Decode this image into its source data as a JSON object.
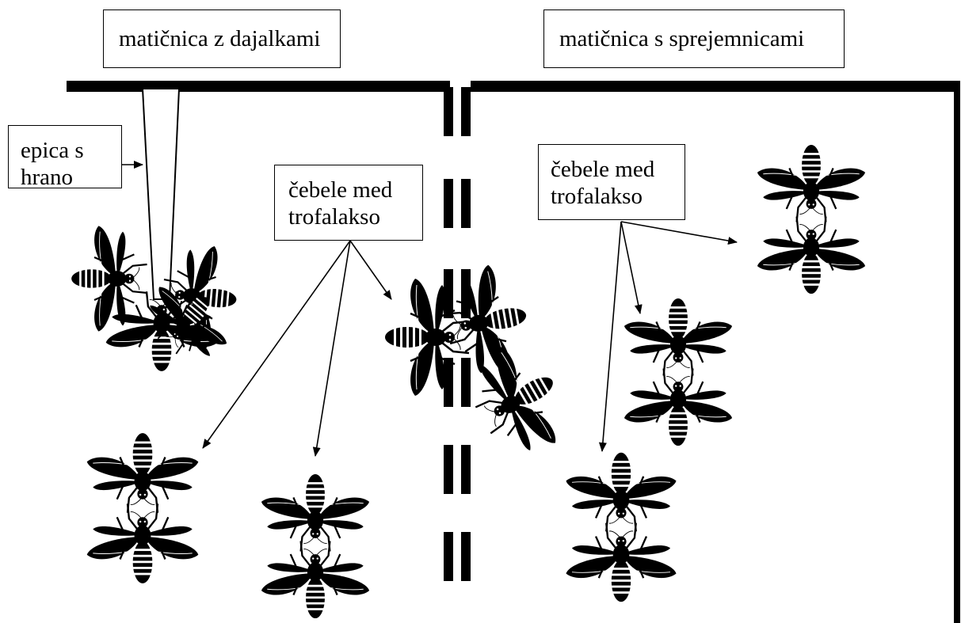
{
  "labels": {
    "donor_cage": "matičnica z dajalkami",
    "receiver_cage": "matičnica s sprejemnicami",
    "feeder_line1": "epica s",
    "feeder_line2": "hrano",
    "trophallaxis_left_line1": "čebele med",
    "trophallaxis_left_line2": "trofalakso",
    "trophallaxis_right_line1": "čebele med",
    "trophallaxis_right_line2": "trofalakso"
  },
  "icons": {
    "bee": "bee-icon",
    "feeder": "feeder-tube-icon",
    "wall": "cage-wall",
    "mesh": "mesh-divider"
  },
  "colors": {
    "ink": "#000000",
    "paper": "#ffffff"
  }
}
